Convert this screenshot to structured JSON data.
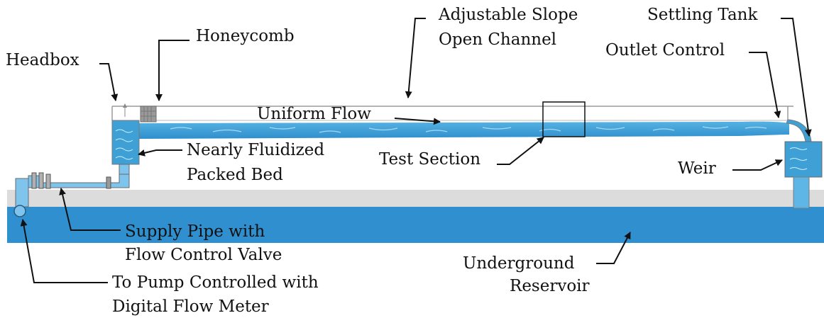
{
  "labels": {
    "headbox": "Headbox",
    "honeycomb": "Honeycomb",
    "channel_line1": "Adjustable Slope",
    "channel_line2": "Open Channel",
    "settling_tank": "Settling Tank",
    "outlet_control": "Outlet Control",
    "uniform_flow": "Uniform Flow",
    "packed_bed_line1": "Nearly Fluidized",
    "packed_bed_line2": "Packed Bed",
    "test_section": "Test Section",
    "weir": "Weir",
    "supply_line1": "Supply Pipe with",
    "supply_line2": "Flow Control Valve",
    "pump_line1": "To Pump Controlled with",
    "pump_line2": "Digital Flow Meter",
    "reservoir_line1": "Underground",
    "reservoir_line2": "Reservoir"
  },
  "colors": {
    "water": "#3fa0d6",
    "water_dark": "#2f8fcc",
    "reservoir": "#2f8fcf",
    "ground": "#dcdcdc",
    "pipe": "#7fc4ec",
    "honeycomb": "#9a9a9a",
    "outline": "#888888"
  }
}
